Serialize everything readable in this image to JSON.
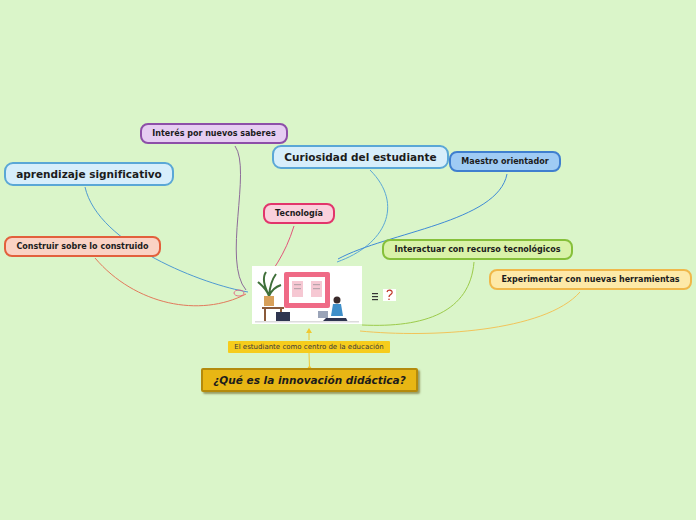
{
  "diagram": {
    "nodes": [
      {
        "text": [
          "Interés por nuevos saberes"
        ]
      },
      {
        "text": [
          "aprendizaje significativo"
        ]
      },
      {
        "text": [
          "Curiosidad del estudiante"
        ]
      },
      {
        "text": [
          "Maestro orientador"
        ]
      },
      {
        "text": [
          "Tecnología"
        ]
      },
      {
        "text": [
          "Construir sobre lo construido"
        ]
      },
      {
        "text": [
          "Interactuar con recurso tecnológicos"
        ]
      },
      {
        "text": [
          "Experimentar con nuevas herramientas"
        ]
      },
      {
        "text": [
          "El estudiante como centro de la educación"
        ]
      },
      {
        "text": [
          "¿Qué es la innovación didáctica?"
        ]
      }
    ],
    "edges": [
      {
        "from": 9,
        "to": 8,
        "arrow": "none"
      }
    ]
  }
}
